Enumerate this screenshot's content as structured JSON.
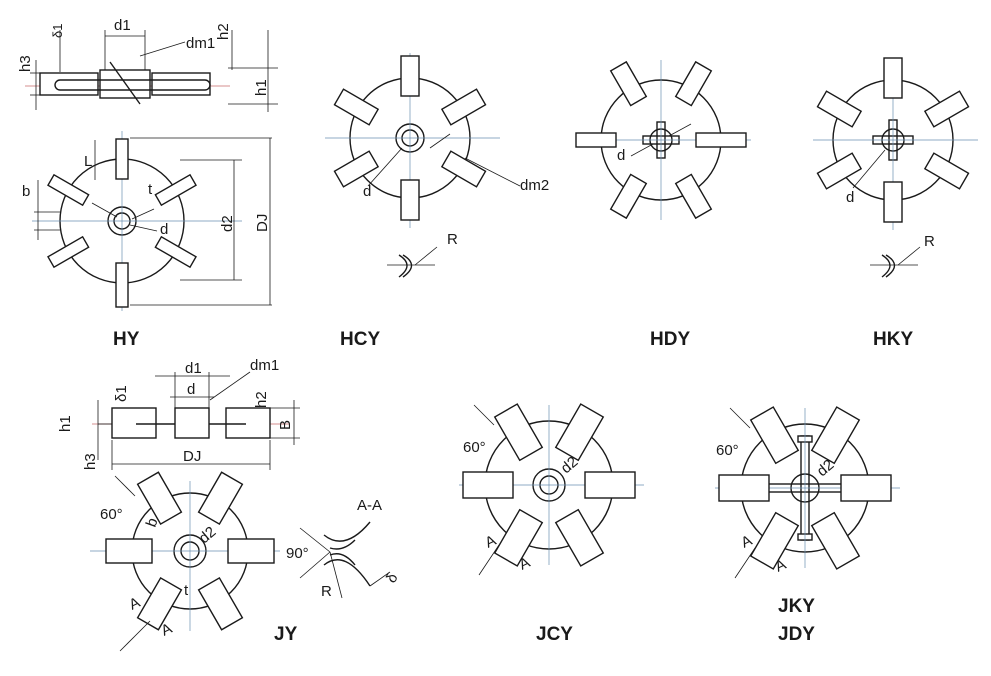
{
  "titles": {
    "hy": "HY",
    "hcy": "HCY",
    "hdy": "HDY",
    "hky": "HKY",
    "jy": "JY",
    "jcy": "JCY",
    "jky": "JKY",
    "jdy": "JDY"
  },
  "labels": {
    "delta1": "δ1",
    "d1": "d1",
    "h2": "h2",
    "dm1": "dm1",
    "h3": "h3",
    "h1": "h1",
    "L": "L",
    "b": "b",
    "t": "t",
    "d": "d",
    "d2": "d2",
    "DJ": "DJ",
    "dm2": "dm2",
    "R": "R",
    "B": "B",
    "sixty": "60°",
    "section": "A-A",
    "ninety": "90°",
    "delta": "δ",
    "A": "A"
  }
}
